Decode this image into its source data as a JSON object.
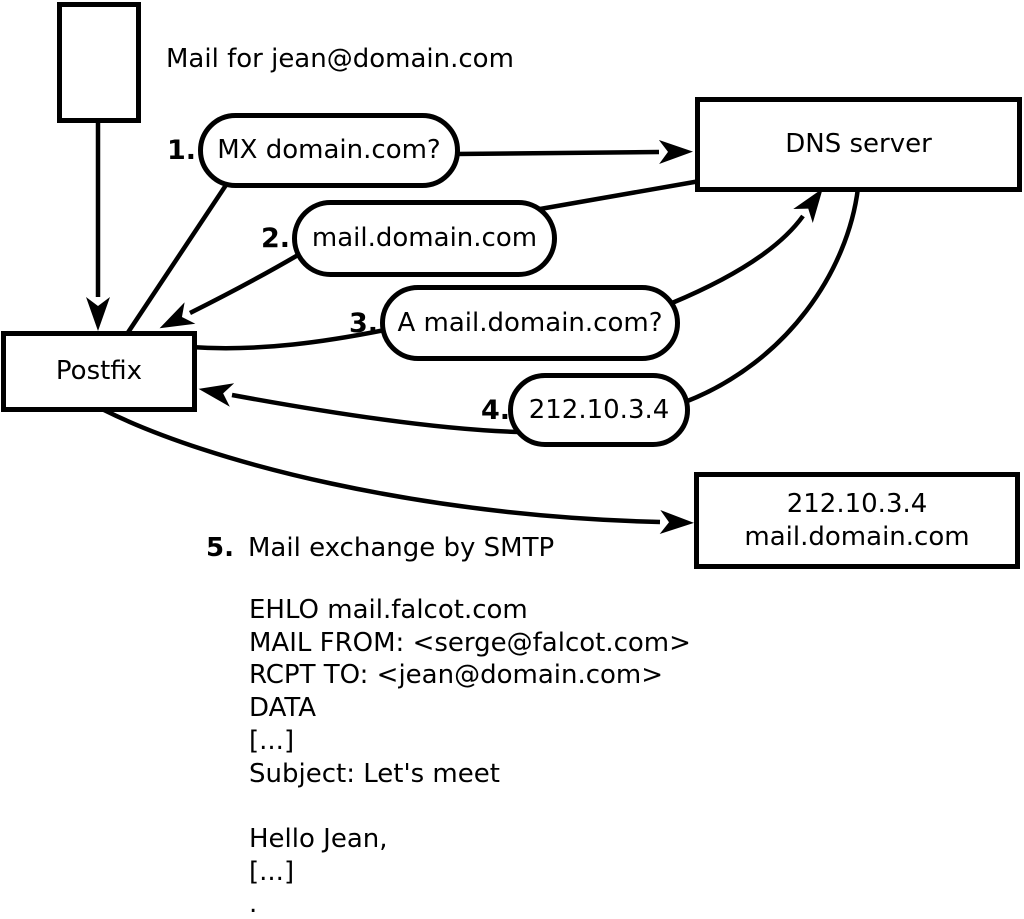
{
  "diagram": {
    "mail_note": "Mail for jean@domain.com",
    "nodes": {
      "sender": "Postfix",
      "dns": "DNS server",
      "dest_ip": "212.10.3.4",
      "dest_host": "mail.domain.com"
    },
    "steps": [
      {
        "num": "1.",
        "label": "MX domain.com?"
      },
      {
        "num": "2.",
        "label": "mail.domain.com"
      },
      {
        "num": "3.",
        "label": "A mail.domain.com?"
      },
      {
        "num": "4.",
        "label": "212.10.3.4"
      },
      {
        "num": "5.",
        "label": "Mail exchange by SMTP"
      }
    ],
    "smtp_session": [
      "EHLO mail.falcot.com",
      "MAIL FROM: <serge@falcot.com>",
      "RCPT TO: <jean@domain.com>",
      "DATA",
      "[...]",
      "Subject: Let's meet",
      "",
      "Hello Jean,",
      "[...]",
      "."
    ],
    "colors": {
      "ink": "#000000",
      "paper": "#ffffff"
    }
  }
}
